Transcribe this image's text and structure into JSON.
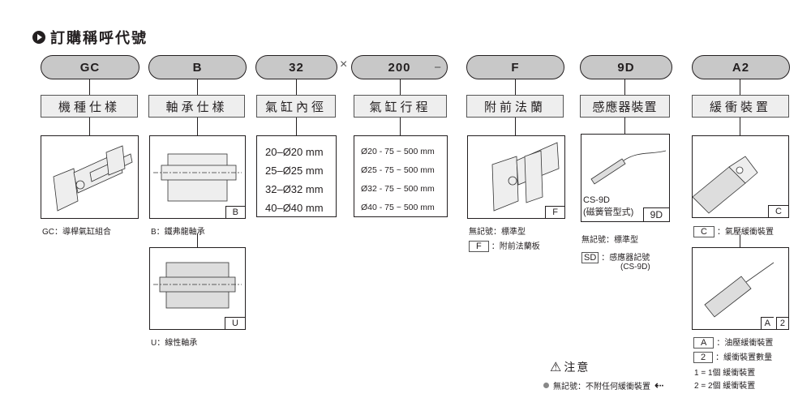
{
  "title": "訂購稱呼代號",
  "codes": {
    "gc": "GC",
    "b": "B",
    "bore": "32",
    "stroke": "200",
    "f": "F",
    "sensor": "9D",
    "buffer": "A2"
  },
  "separators": {
    "times": "×",
    "dash": "−"
  },
  "labels": {
    "gc": "機種仕樣",
    "b": "軸承仕樣",
    "bore": "氣缸內徑",
    "stroke": "氣缸行程",
    "f": "附前法蘭",
    "sensor": "感應器裝置",
    "buffer": "緩衝裝置"
  },
  "bore_options": [
    "20–Ø20 mm",
    "25–Ø25 mm",
    "32–Ø32 mm",
    "40–Ø40 mm"
  ],
  "stroke_options": [
    "Ø20 - 75 ~ 500 mm",
    "Ø25 - 75 ~ 500 mm",
    "Ø32 - 75 ~ 500 mm",
    "Ø40 - 75 ~ 500 mm"
  ],
  "tags": {
    "b": "B",
    "u": "U",
    "f": "F",
    "sensor": "9D",
    "c": "C",
    "a": "A",
    "two": "2"
  },
  "captions": {
    "gc": "GC：導桿氣缸組合",
    "b": "B：鐵弗龍軸承",
    "u": "U：線性軸承",
    "f_none": "無記號：標準型",
    "f_key": "F",
    "f_desc": "：附前法蘭板",
    "sensor_model": "CS-9D",
    "sensor_type": "(磁簧管型式)",
    "sensor_none": "無記號：標準型",
    "sd_key": "SD",
    "sd_desc": "：感應器記號",
    "sd_model": "(CS-9D)",
    "c_key": "C",
    "c_desc": "：氣壓緩衝裝置",
    "a_key": "A",
    "a_desc": "：油壓緩衝裝置",
    "n_key": "2",
    "n_desc": "：緩衝裝置數量",
    "one": "1 = 1個 緩衝裝置",
    "two": "2 = 2個 緩衝裝置"
  },
  "note": {
    "title": "注意",
    "text": "無記號：不附任何緩衝裝置"
  }
}
